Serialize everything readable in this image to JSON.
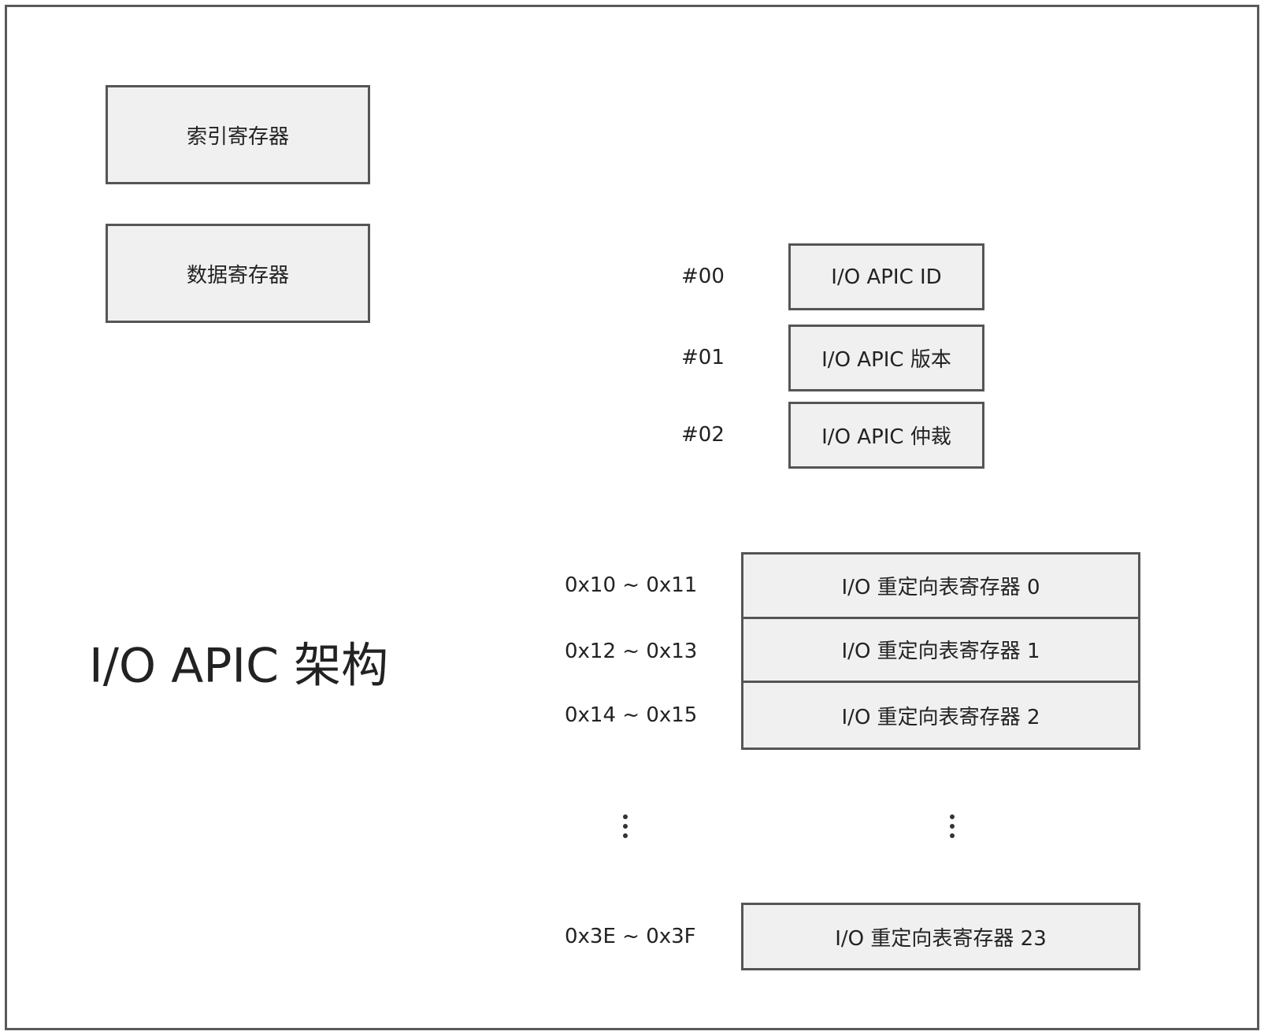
{
  "title": "I/O APIC 架构",
  "left_registers": [
    "索引寄存器",
    "数据寄存器"
  ],
  "registers": [
    {
      "offset": "#00",
      "name": "I/O APIC ID"
    },
    {
      "offset": "#01",
      "name": "I/O APIC 版本"
    },
    {
      "offset": "#02",
      "name": "I/O APIC 仲裁"
    }
  ],
  "redirection_table": [
    {
      "offset": "0x10 ~ 0x11",
      "name": "I/O 重定向表寄存器 0"
    },
    {
      "offset": "0x12 ~ 0x13",
      "name": "I/O 重定向表寄存器 1"
    },
    {
      "offset": "0x14 ~ 0x15",
      "name": "I/O 重定向表寄存器 2"
    }
  ],
  "last_entry": {
    "offset": "0x3E ~ 0x3F",
    "name": "I/O 重定向表寄存器 23"
  }
}
